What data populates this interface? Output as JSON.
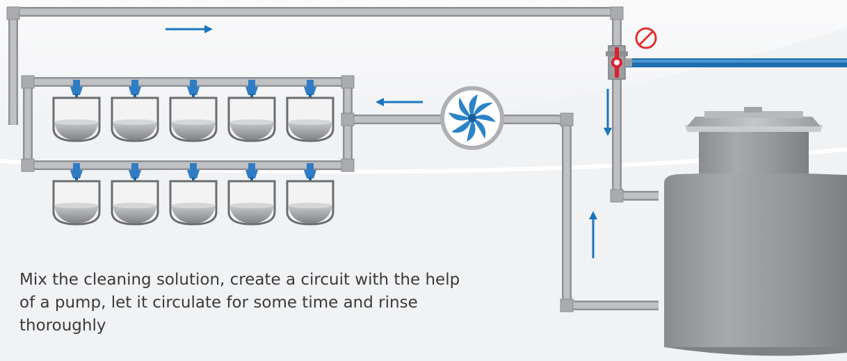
{
  "caption": "Mix the cleaning solution, create a circuit with the help of a pump, let it circulate for some time and rinse thoroughly",
  "colors": {
    "pipe": "#b4b6ba",
    "pipe_edge": "#8f9196",
    "flow_arrow": "#1b75bc",
    "water_pipe": "#1d6fb0",
    "valve": "#d9232d",
    "stop_icon": "#e03030",
    "cup_body": "#f3f3f3",
    "cup_outline": "#6b6d70",
    "claw": "#2f7cc4",
    "tank": "#8f9194",
    "pump_blade": "#2b84c6"
  },
  "icons": [
    "flow-arrow-icon",
    "stop-icon",
    "pump-impeller-icon",
    "milk-cup-icon",
    "valve-icon"
  ],
  "cups_per_row": 5,
  "cup_rows": 2
}
